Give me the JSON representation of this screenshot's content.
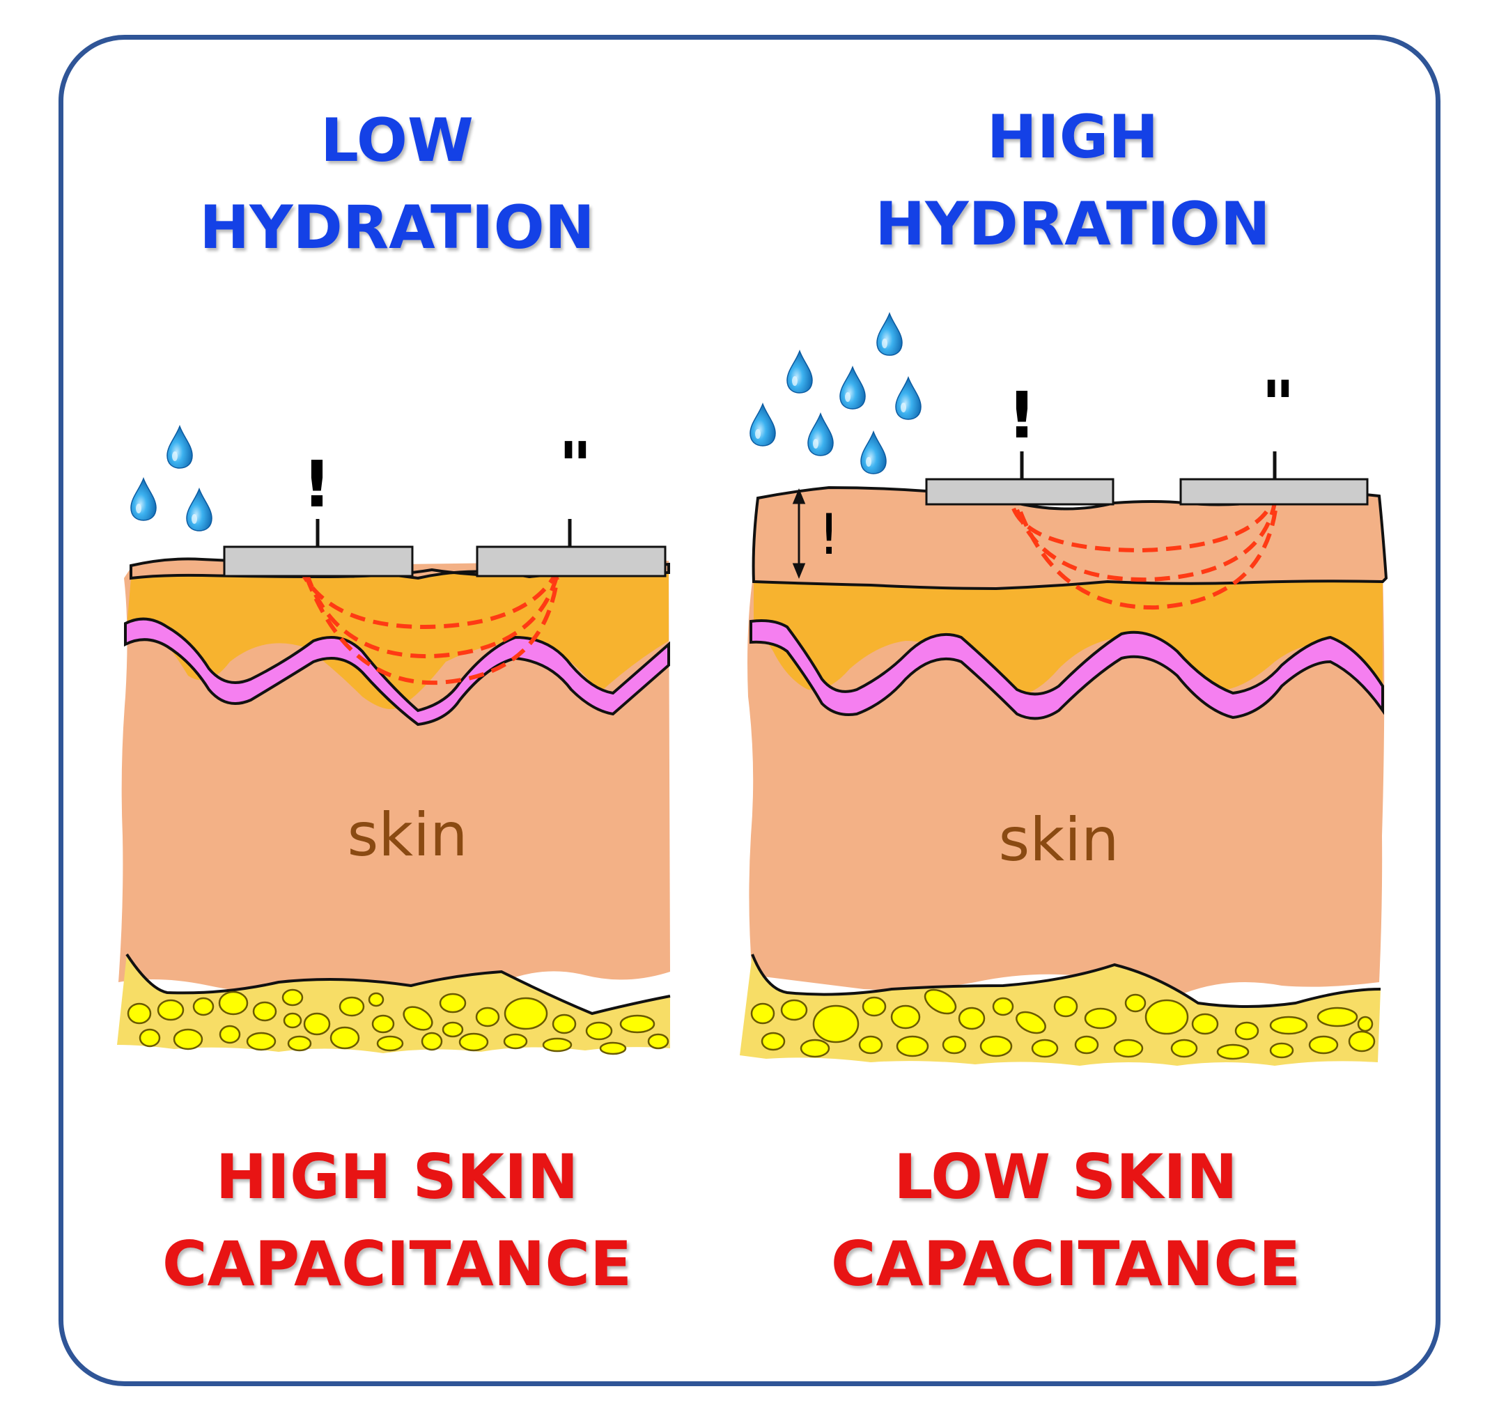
{
  "panels": [
    {
      "top_heading": [
        "LOW",
        "HYDRATION"
      ],
      "skin_label": "skin",
      "electrode_labels": [
        "!",
        "\""
      ],
      "bottom_heading": [
        "HIGH SKIN",
        "CAPACITANCE"
      ]
    },
    {
      "top_heading": [
        "HIGH",
        "HYDRATION"
      ],
      "skin_label": "skin",
      "electrode_labels": [
        "!",
        "\""
      ],
      "thickness_label": "!",
      "bottom_heading": [
        "LOW SKIN",
        "CAPACITANCE"
      ]
    }
  ],
  "colors": {
    "frame_border": "#2f5597",
    "top_heading": "#1441e6",
    "bottom_heading": "#e81414",
    "dermis": "#f3b186",
    "epidermis": "#f7b32f",
    "basal_layer": "#f57ff0",
    "fat": "#f7dd66",
    "fat_cells": "#ffff00",
    "electrode": "#cccccc",
    "field_lines": "#ff3a14",
    "water_drop": "#2aa7e8",
    "skin_label": "#8a4a12"
  },
  "icons": [
    "water-drop-icon",
    "electrode-icon"
  ]
}
